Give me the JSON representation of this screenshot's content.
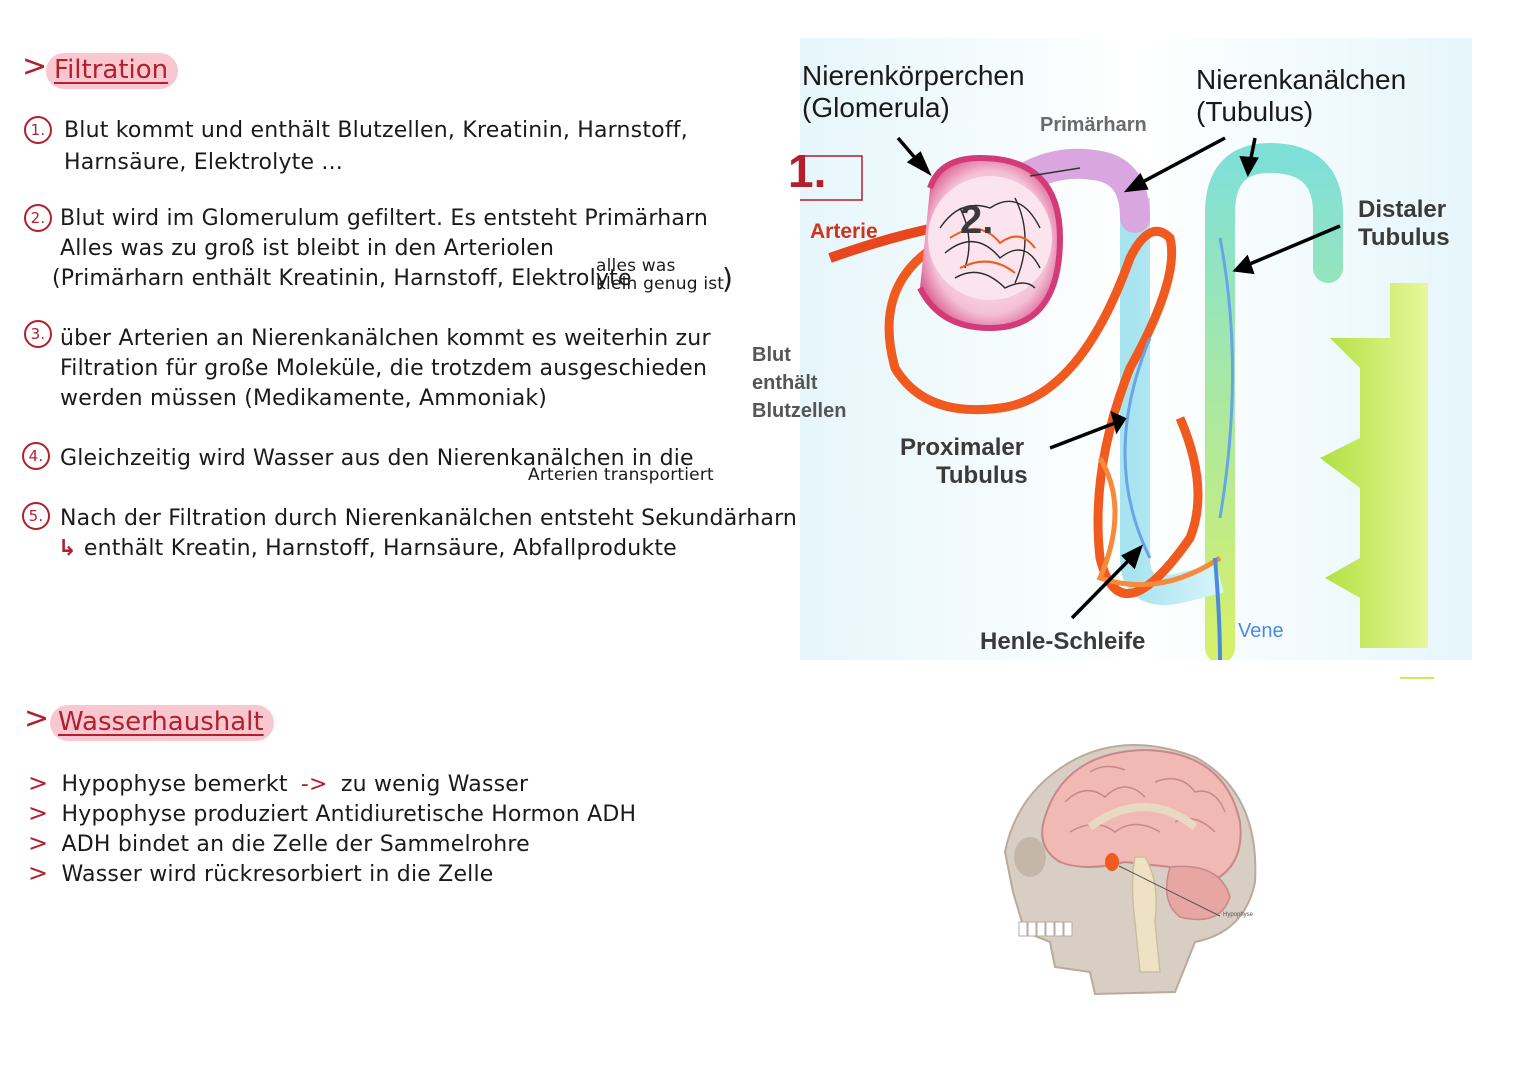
{
  "filtration": {
    "heading": "Filtration",
    "items": [
      {
        "num": "1.",
        "lines": [
          "Blut kommt und enthält Blutzellen, Kreatinin, Harnstoff,",
          "Harnsäure, Elektrolyte ..."
        ]
      },
      {
        "num": "2.",
        "lines": [
          "Blut wird im Glomerulum gefiltert. Es entsteht Primärharn",
          "Alles was zu groß ist bleibt in den Arteriolen",
          "(Primärharn enthält Kreatinin, Harnstoff, Elektrolyte"
        ],
        "note_top": "alles was",
        "note_bottom": "klein genug ist",
        "close": ")"
      },
      {
        "num": "3.",
        "lines": [
          "über Arterien an Nierenkanälchen kommt es weiterhin zur",
          "Filtration für große Moleküle, die trotzdem ausgeschieden",
          "werden müssen (Medikamente, Ammoniak)"
        ]
      },
      {
        "num": "4.",
        "lines": [
          "Gleichzeitig wird Wasser aus den Nierenkanälchen in die"
        ],
        "sub": "Arterien transportiert"
      },
      {
        "num": "5.",
        "lines": [
          "Nach der Filtration durch Nierenkanälchen entsteht Sekundärharn"
        ],
        "arrow_line": "enthält Kreatin, Harnstoff, Harnsäure, Abfallprodukte"
      }
    ]
  },
  "wasserhaushalt": {
    "heading": "Wasserhaushalt",
    "items": [
      {
        "text": "Hypophyse bemerkt",
        "arrow": "->",
        "after": "zu wenig Wasser"
      },
      {
        "text": "Hypophyse produziert Antidiuretische Hormon ADH"
      },
      {
        "text": "ADH bindet an die Zelle der Sammelrohre"
      },
      {
        "text": "Wasser wird rückresorbiert in die Zelle"
      }
    ]
  },
  "nephron": {
    "label_glomerula_1": "Nierenkörperchen",
    "label_glomerula_2": "(Glomerula)",
    "label_tubulus_1": "Nierenkanälchen",
    "label_tubulus_2": "(Tubulus)",
    "label_primaerharn": "Primärharn",
    "label_arterie": "Arterie",
    "label_distal_1": "Distaler",
    "label_distal_2": "Tubulus",
    "label_blut_1": "Blut",
    "label_blut_2": "enthält",
    "label_blut_3": "Blutzellen",
    "label_proximal_1": "Proximaler",
    "label_proximal_2": "Tubulus",
    "label_henle": "Henle-Schleife",
    "label_vene": "Vene",
    "mark_1": "1.",
    "mark_2": "2."
  },
  "brain": {
    "label_hypophyse": "Hypophyse"
  },
  "colors": {
    "accent": "#b21f2d",
    "highlight": "#f9c7cf",
    "artery": "#f05a1e",
    "vein": "#4a8be0",
    "tubulus": "#bfeaf2",
    "collecting": "#c8ec5a",
    "glomerulus": "#e05a8f"
  }
}
